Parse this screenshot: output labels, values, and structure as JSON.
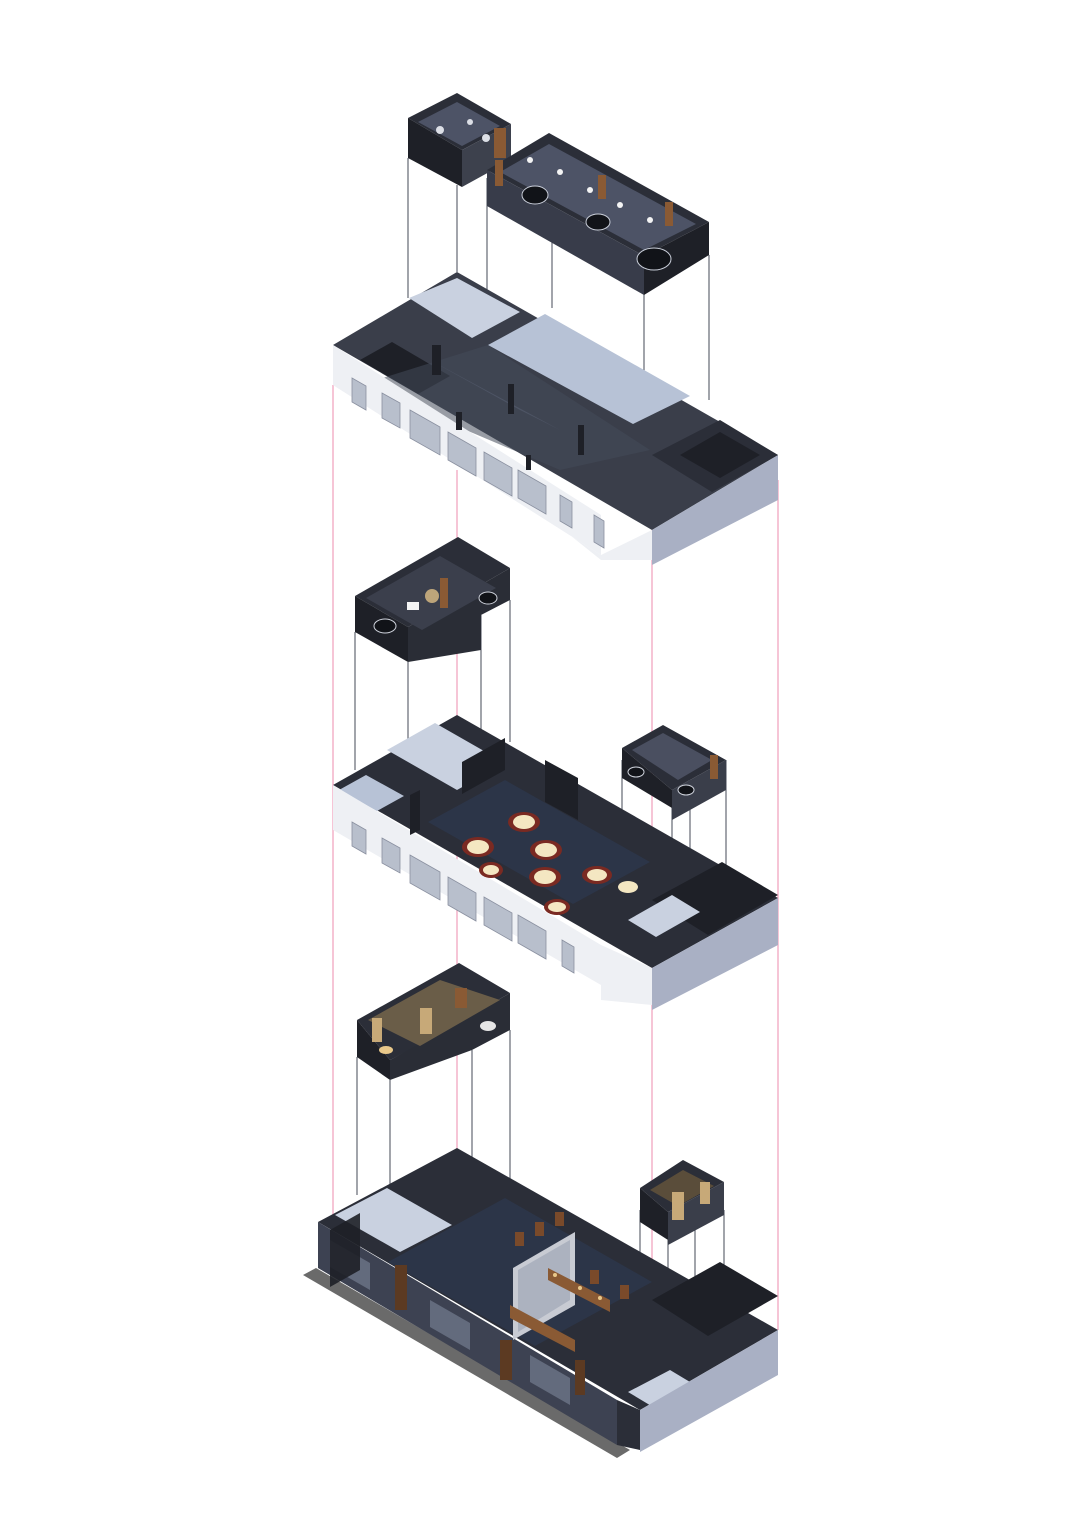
{
  "colors": {
    "background": "#ffffff",
    "roof_top": "#3a3e4a",
    "wall_dark": "#1e2027",
    "wall_mid": "#2b2e38",
    "facade_light": "#eef0f4",
    "facade_side": "#a9b0c4",
    "floor_blue": "#2c3548",
    "interior_room": "#4d5366",
    "window": "#c9ced9",
    "pink_guide": "#f2a6bf",
    "grey_guide": "#555a66",
    "table_cloth": "#f4e7c2",
    "table_chairs": "#7a2a22",
    "wood": "#8a5a34",
    "warm_light": "#e9c88a"
  },
  "icons": [
    "guide-line",
    "round-table",
    "window",
    "column"
  ]
}
